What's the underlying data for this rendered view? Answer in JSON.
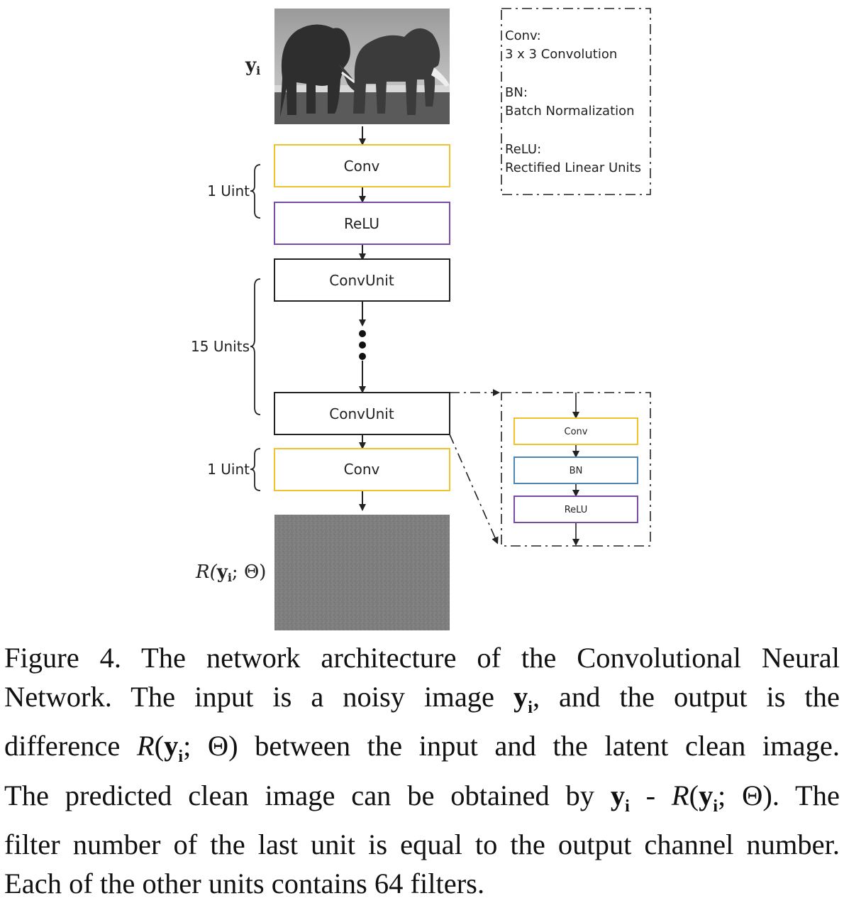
{
  "diagram": {
    "input_label": "y",
    "input_sub": "i",
    "output_label_pre": "R(",
    "output_label_bold": "y",
    "output_label_sub": "i",
    "output_label_post": "; Θ)",
    "blocks": {
      "conv_top": "Conv",
      "relu_top": "ReLU",
      "convunit_first": "ConvUnit",
      "convunit_last": "ConvUnit",
      "conv_bottom": "Conv"
    },
    "brackets": {
      "top": "1 Uint",
      "middle": "15 Units",
      "bottom": "1 Uint"
    },
    "legend": {
      "conv_key": "Conv:",
      "conv_desc": "3 x 3 Convolution",
      "bn_key": "BN:",
      "bn_desc": "Batch Normalization",
      "relu_key": "ReLU:",
      "relu_desc": "Rectified Linear Units"
    },
    "detail": {
      "conv": "Conv",
      "bn": "BN",
      "relu": "ReLU"
    },
    "colors": {
      "conv": "#f2c12e",
      "relu": "#7a4aa8",
      "bn": "#4f86b8",
      "plain": "#222222"
    }
  },
  "caption": {
    "l1": "Figure 4.  The network architecture of the Convolutional Neural",
    "l2a": "Network.   The input is a noisy image ",
    "l2_y": "y",
    "l2_i": "i",
    "l2b": ", and the output is the",
    "l3a": "difference ",
    "l3_R": "R",
    "l3_open": "(",
    "l3_y": "y",
    "l3_i": "i",
    "l3_theta": "; Θ)",
    "l3b": " between the input and the latent clean image.",
    "l4a": "The predicted clean image can be obtained by ",
    "l4_y": "y",
    "l4_i": "i",
    "l4_dash": " - ",
    "l4_R": "R",
    "l4_open": "(",
    "l4_y2": "y",
    "l4_i2": "i",
    "l4_theta": "; Θ)",
    "l4b": ".  The",
    "l5": "filter number of the last unit is equal to the output channel number.",
    "l6": "Each of the other units contains 64 filters."
  }
}
